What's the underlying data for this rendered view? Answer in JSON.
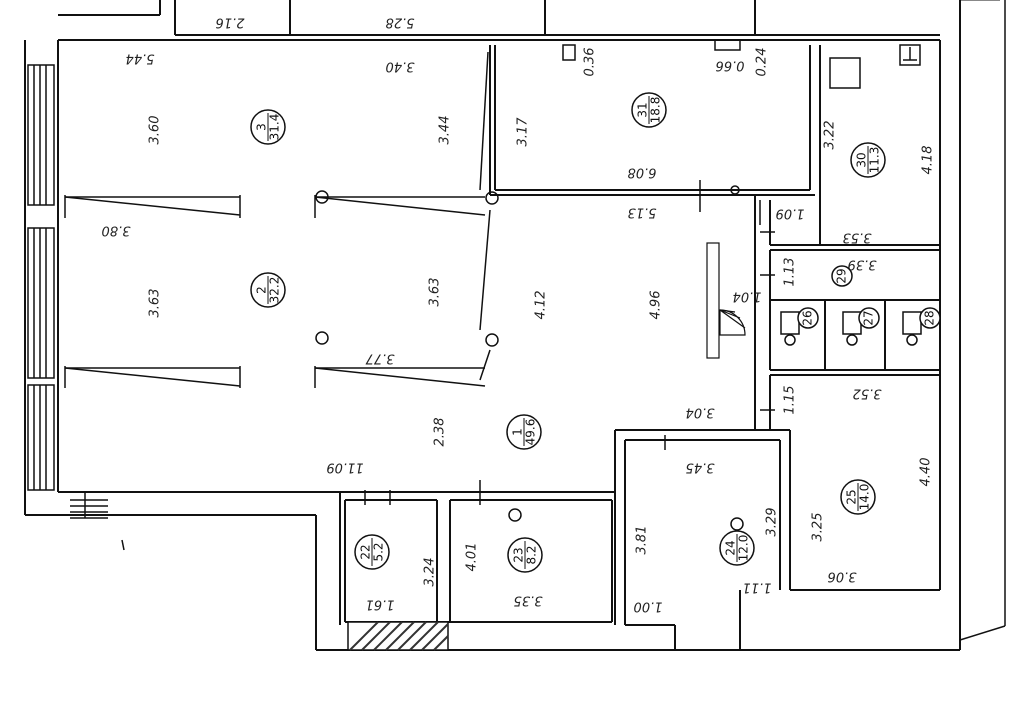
{
  "title": "",
  "rooms": [
    {
      "no": "1",
      "area": "49.6"
    },
    {
      "no": "2",
      "area": "32.2"
    },
    {
      "no": "3",
      "area": "31.4"
    },
    {
      "no": "22",
      "area": "5.2"
    },
    {
      "no": "23",
      "area": "8.2"
    },
    {
      "no": "24",
      "area": "12.0"
    },
    {
      "no": "25",
      "area": "14.0"
    },
    {
      "no": "26",
      "area": ""
    },
    {
      "no": "27",
      "area": ""
    },
    {
      "no": "28",
      "area": ""
    },
    {
      "no": "29",
      "area": ""
    },
    {
      "no": "30",
      "area": "11.3"
    },
    {
      "no": "31",
      "area": "18.8"
    }
  ],
  "dimensions": [
    "2.16",
    "5.28",
    "5.44",
    "3.40",
    "0.36",
    "0.66",
    "0.24",
    "3.60",
    "3.44",
    "3.17",
    "3.22",
    "4.18",
    "6.08",
    "5.13",
    "3.80",
    "1.09",
    "3.53",
    "3.63",
    "3.63",
    "4.12",
    "4.96",
    "1.04",
    "1.13",
    "3.39",
    "3.77",
    "2.38",
    "3.04",
    "1.15",
    "3.52",
    "11.09",
    "3.45",
    "4.40",
    "3.81",
    "3.29",
    "3.25",
    "4.01",
    "3.24",
    "3.06",
    "1.61",
    "3.35",
    "1.11",
    "1.00"
  ],
  "marks": {
    "stair_up": "↗",
    "corner_mark": "⊥"
  }
}
